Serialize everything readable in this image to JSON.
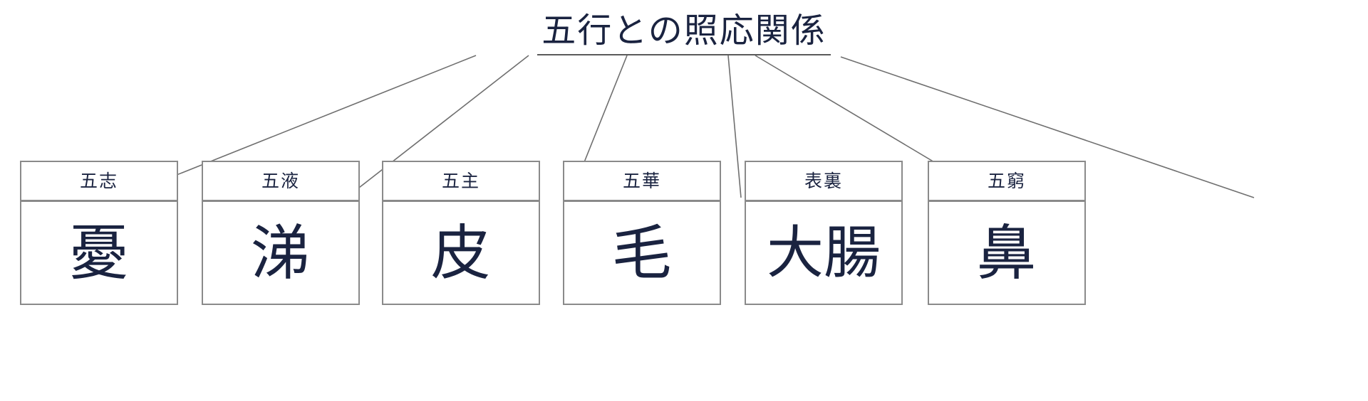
{
  "diagram": {
    "title": "五行との照応関係",
    "title_underline_color": "#5a5a5a",
    "text_color": "#1a2340",
    "border_color": "#8a8a8a",
    "connector_color": "#6f6f6f",
    "background_color": "#ffffff",
    "nodes": [
      {
        "header": "五志",
        "value": "憂"
      },
      {
        "header": "五液",
        "value": "涕"
      },
      {
        "header": "五主",
        "value": "皮"
      },
      {
        "header": "五華",
        "value": "毛"
      },
      {
        "header": "表裏",
        "value": "大腸"
      },
      {
        "header": "五窮",
        "value": "鼻"
      }
    ]
  }
}
